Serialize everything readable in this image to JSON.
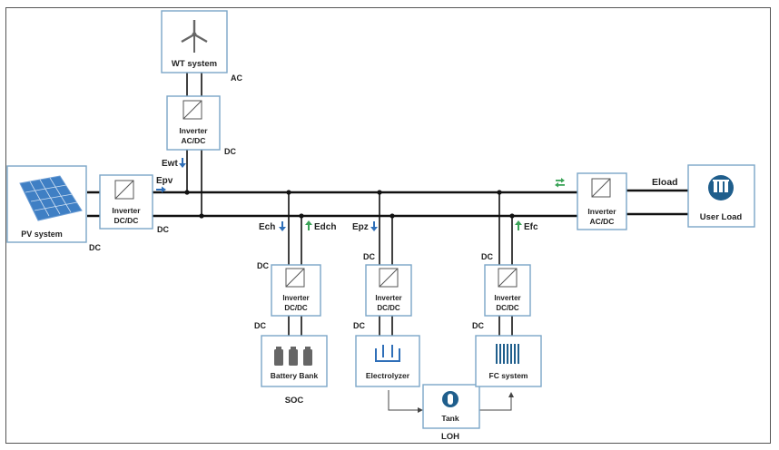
{
  "components": {
    "wt": {
      "label": "WT system",
      "output": "AC"
    },
    "wt_inverter": {
      "line1": "Inverter",
      "line2": "AC/DC",
      "output": "DC"
    },
    "pv": {
      "label": "PV system",
      "output": "DC"
    },
    "pv_inverter": {
      "line1": "Inverter",
      "line2": "DC/DC",
      "output": "DC"
    },
    "load_inverter": {
      "line1": "Inverter",
      "line2": "AC/DC"
    },
    "user_load": {
      "label": "User Load"
    },
    "battery_converter": {
      "line1": "Inverter",
      "line2": "DC/DC",
      "input": "DC",
      "output": "DC"
    },
    "battery": {
      "label": "Battery Bank",
      "state": "SOC"
    },
    "electrolyzer_converter": {
      "line1": "Inverter",
      "line2": "DC/DC",
      "input": "DC",
      "output": "DC"
    },
    "electrolyzer": {
      "label": "Electrolyzer"
    },
    "fc_converter": {
      "line1": "Inverter",
      "line2": "DC/DC",
      "input": "DC",
      "output": "DC"
    },
    "fc": {
      "label": "FC system"
    },
    "tank": {
      "label": "Tank",
      "state": "LOH"
    }
  },
  "flows": {
    "ewt": "Ewt",
    "epv": "Epv",
    "ech": "Ech",
    "edch": "Edch",
    "epz": "Epz",
    "efc": "Efc",
    "eload": "Eload"
  },
  "colors": {
    "box_border": "#7ba6c7",
    "arrow_blue": "#2f6fb8",
    "arrow_green": "#3aa357",
    "load_icon": "#1f5e8c"
  }
}
